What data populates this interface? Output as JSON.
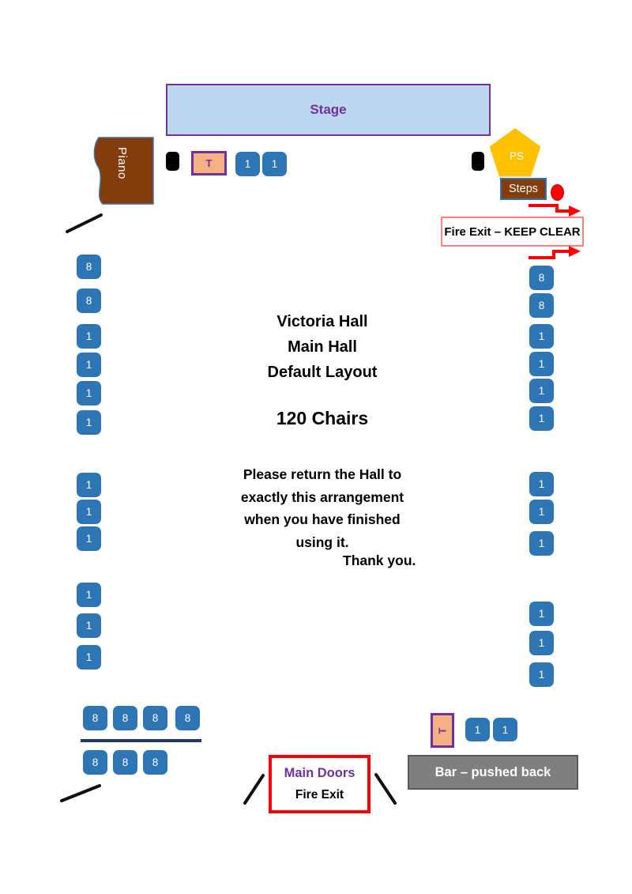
{
  "stage": {
    "label": "Stage"
  },
  "piano": {
    "label": "Piano"
  },
  "stage_area": {
    "table_label": "T",
    "chairs": [
      "1",
      "1"
    ]
  },
  "ps_pentagon": {
    "label": "PS"
  },
  "steps": {
    "label": "Steps"
  },
  "fire_exit_right": {
    "label": "Fire Exit – KEEP CLEAR"
  },
  "center_text": {
    "title_lines": [
      "Victoria Hall",
      "Main Hall",
      "Default Layout"
    ],
    "chair_count": "120 Chairs",
    "notice_lines": [
      "Please return the Hall to",
      "exactly this arrangement",
      "when you have finished",
      "using it."
    ],
    "thanks": "Thank you."
  },
  "left_column": {
    "top": [
      "8",
      "8",
      "1",
      "1",
      "1",
      "1"
    ],
    "middle": [
      "1",
      "1",
      "1"
    ],
    "bottom": [
      "1",
      "1",
      "1"
    ]
  },
  "right_column": {
    "top": [
      "8",
      "8",
      "1",
      "1",
      "1",
      "1"
    ],
    "middle": [
      "1",
      "1",
      "1"
    ],
    "bottom": [
      "1",
      "1",
      "1"
    ]
  },
  "bottom_left": {
    "row1": [
      "8",
      "8",
      "8",
      "8"
    ],
    "row2": [
      "8",
      "8",
      "8"
    ]
  },
  "main_doors": {
    "title": "Main Doors",
    "subtitle": "Fire Exit"
  },
  "bottom_right": {
    "table_label": "T",
    "chairs": [
      "1",
      "1"
    ],
    "bar_label": "Bar – pushed back"
  },
  "colors": {
    "chair": "#2E75B6",
    "stage_fill": "#BDD7EE",
    "purple": "#7030A0",
    "brown": "#843C0C",
    "table_fill": "#F4B183",
    "gold": "#FFC000",
    "red": "#FF0000",
    "light_red": "#FF8080",
    "bar_gray": "#7F7F7F",
    "navy": "#1F3864"
  }
}
